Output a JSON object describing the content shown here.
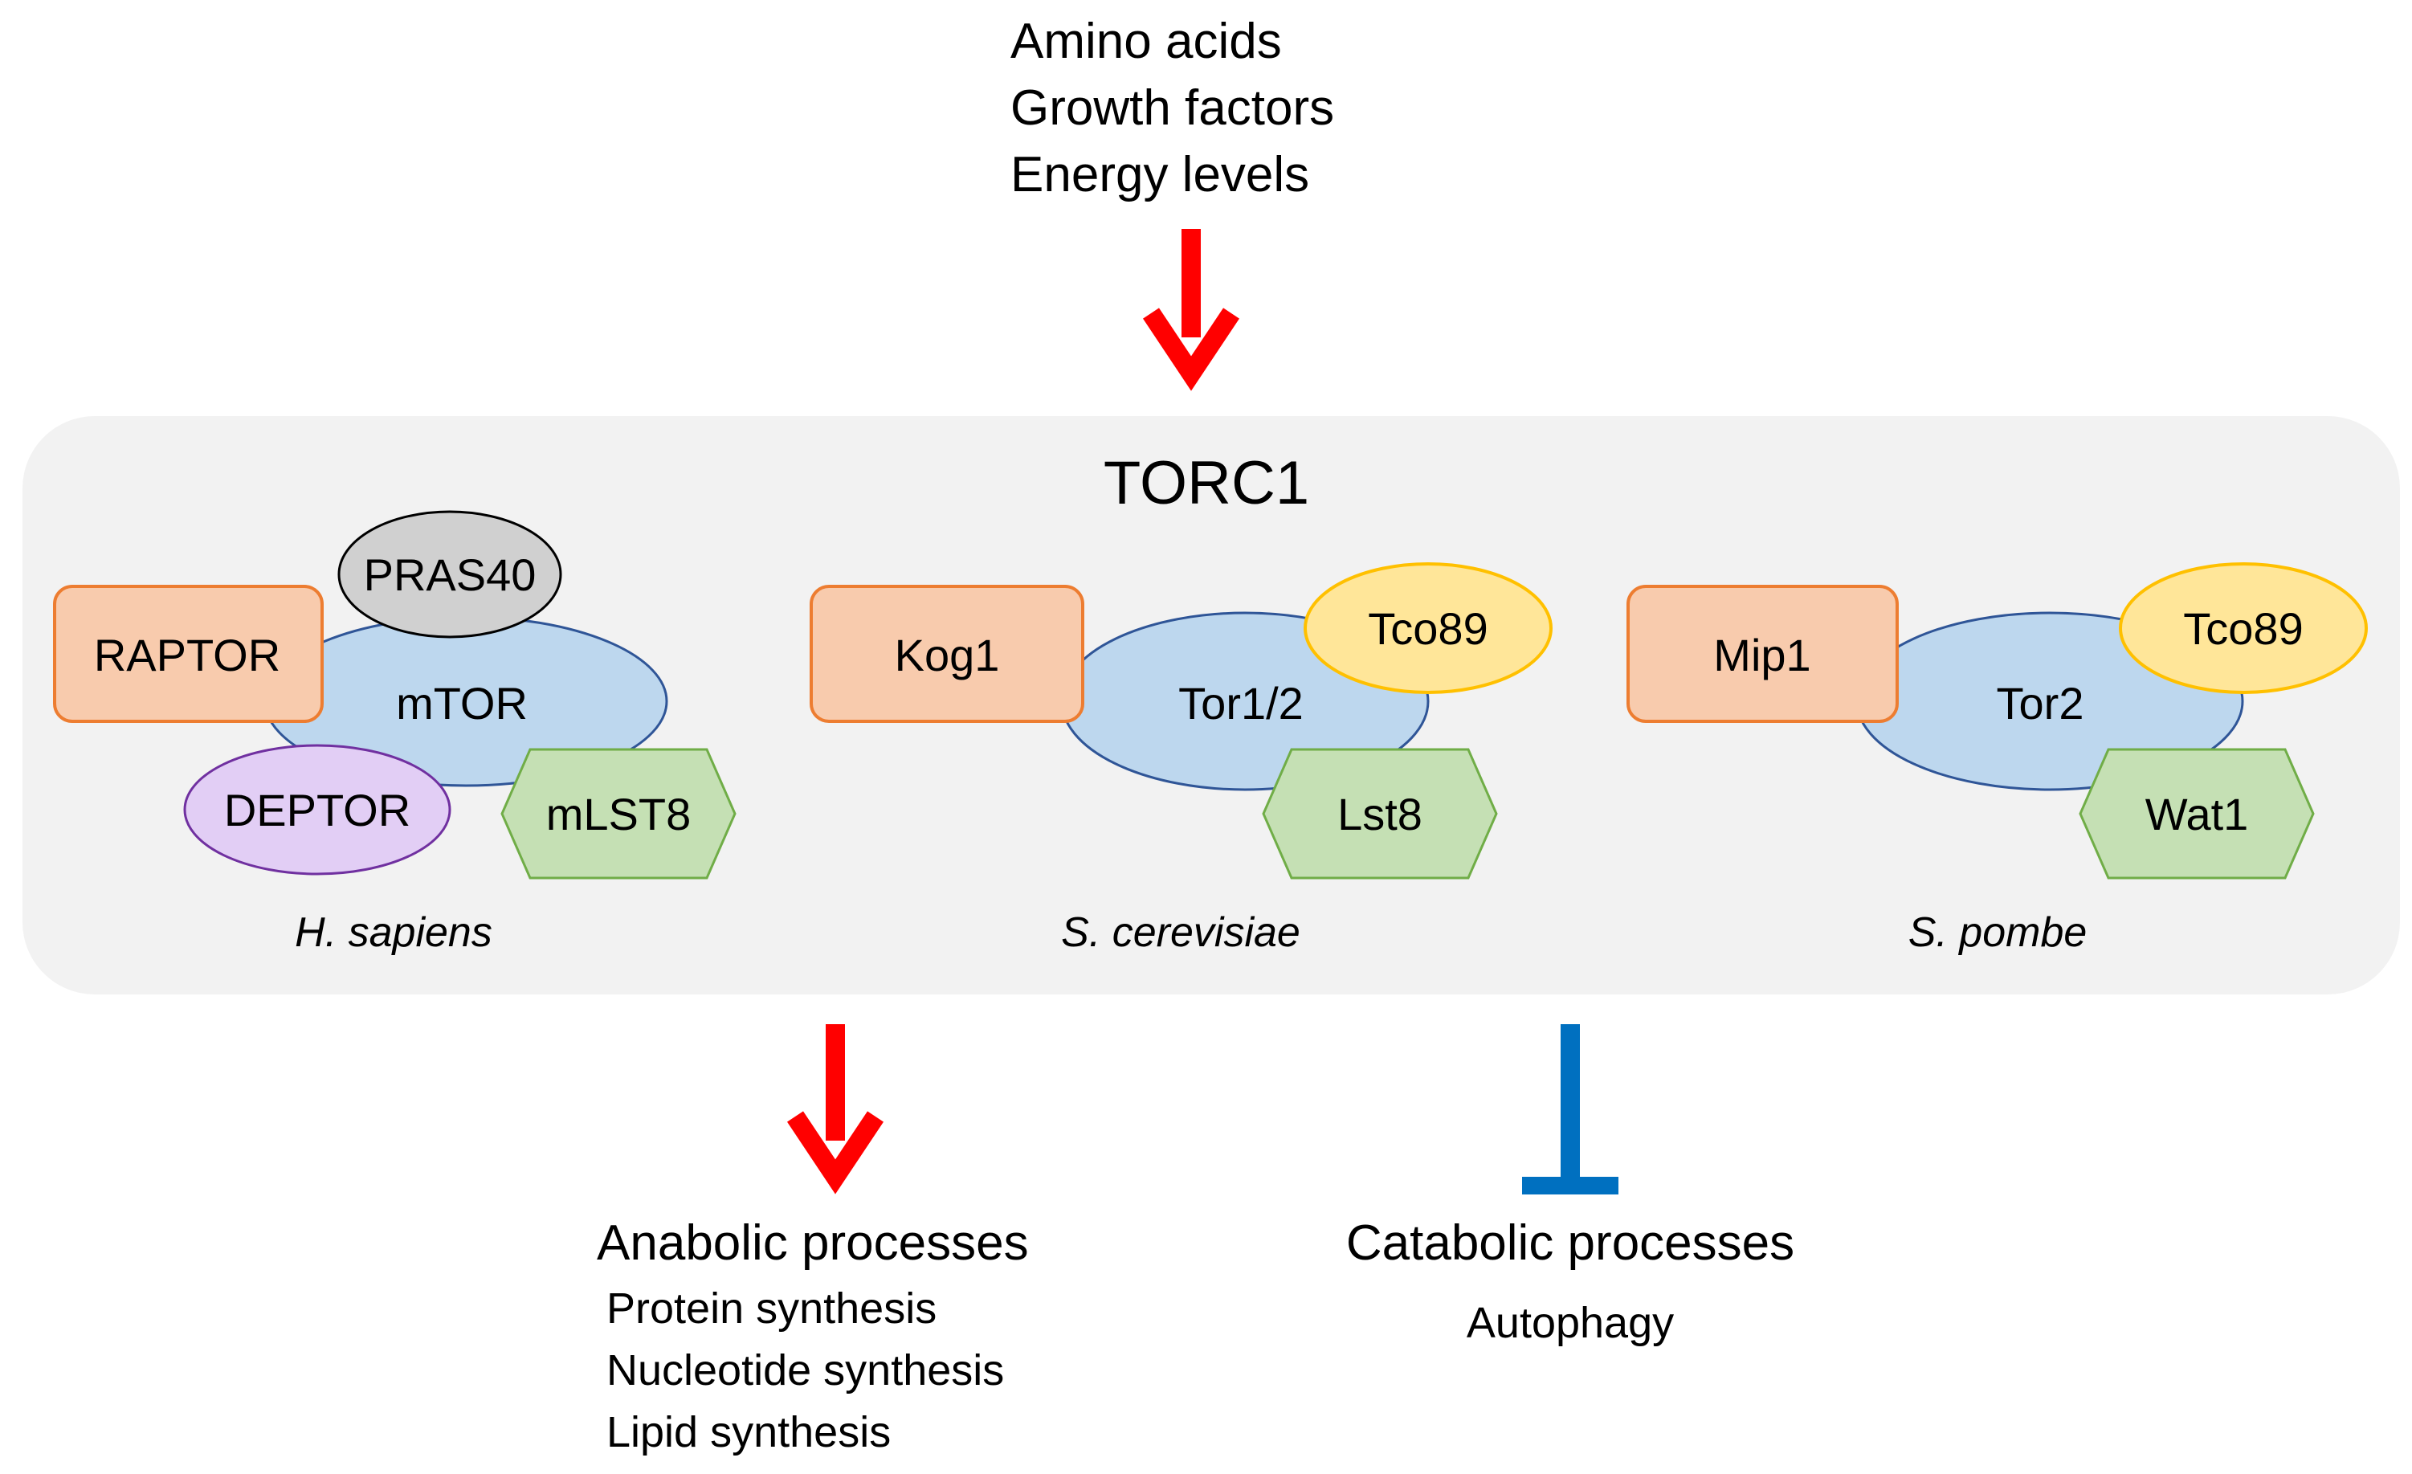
{
  "inputs": [
    "Amino acids",
    "Growth factors",
    "Energy levels"
  ],
  "complex_title": "TORC1",
  "species": [
    {
      "name": "H. sapiens",
      "core": "mTOR",
      "regulatory": "RAPTOR",
      "extra_top": "PRAS40",
      "extra_bottom": "DEPTOR",
      "hexagon": "mLST8"
    },
    {
      "name": "S. cerevisiae",
      "core": "Tor1/2",
      "regulatory": "Kog1",
      "ellipse": "Tco89",
      "hexagon": "Lst8"
    },
    {
      "name": "S. pombe",
      "core": "Tor2",
      "regulatory": "Mip1",
      "ellipse": "Tco89",
      "hexagon": "Wat1"
    }
  ],
  "anabolic": {
    "title": "Anabolic processes",
    "items": [
      "Protein synthesis",
      "Nucleotide synthesis",
      "Lipid synthesis"
    ]
  },
  "catabolic": {
    "title": "Catabolic processes",
    "items": [
      "Autophagy"
    ]
  },
  "colors": {
    "activation_arrow": "#ff0000",
    "inhibition_bar": "#0070c0",
    "panel": "#f2f2f2",
    "tor_fill": "#bdd7ee",
    "tor_stroke": "#2f5597",
    "raptor_fill": "#f8cbad",
    "raptor_stroke": "#ed7d31",
    "tco89_fill": "#ffe699",
    "tco89_stroke": "#ffc000",
    "lst8_fill": "#c5e0b4",
    "lst8_stroke": "#70ad47",
    "deptor_fill": "#e2cef5",
    "deptor_stroke": "#7030a0",
    "pras40_fill": "#d0d0d0",
    "pras40_stroke": "#000000"
  }
}
